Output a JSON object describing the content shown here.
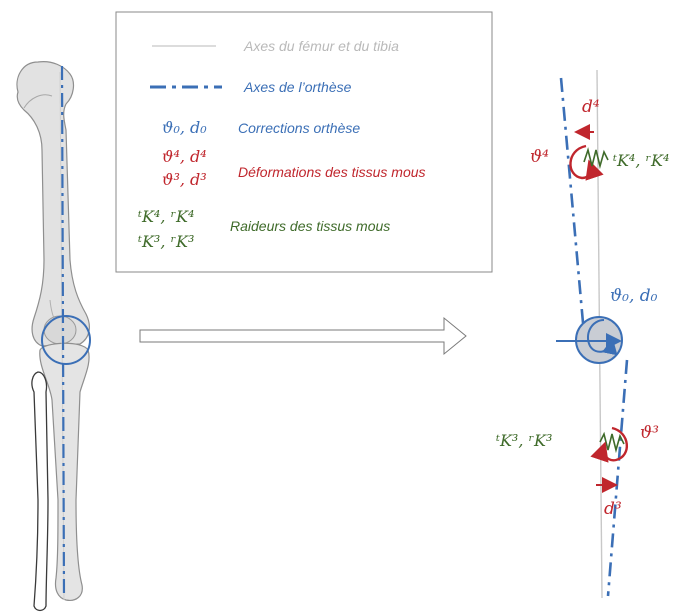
{
  "colors": {
    "blue": "#3b6fb6",
    "red": "#c0262d",
    "green": "#3f6b2a",
    "grey_text": "#b9b9b9",
    "box_border": "#8a8a8a",
    "bone_fill": "#e2e2e2",
    "bone_stroke": "#8f8f8f"
  },
  "legend": {
    "femur_tibia_axes": "Axes du fémur et du tibia",
    "orthosis_axes": "Axes de l’orthèse",
    "orthosis_corrections_symbol": "ϑ₀, d₀",
    "orthosis_corrections": "Corrections orthèse",
    "deformation_symbol_line1": "ϑ⁴, d⁴",
    "deformation_symbol_line2": "ϑ³, d³",
    "soft_tissue_deformations": "Déformations des tissus mous",
    "stiffness_symbol_line1": "ᵗK⁴, ʳK⁴",
    "stiffness_symbol_line2": "ᵗK³, ʳK³",
    "soft_tissue_stiffness": "Raideurs des tissus mous"
  },
  "schema": {
    "d4": "d⁴",
    "theta4": "ϑ⁴",
    "k4": "ᵗK⁴, ʳK⁴",
    "theta0_d0": "ϑ₀, d₀",
    "k3": "ᵗK³, ʳK³",
    "theta3": "ϑ³",
    "d3": "d³"
  }
}
